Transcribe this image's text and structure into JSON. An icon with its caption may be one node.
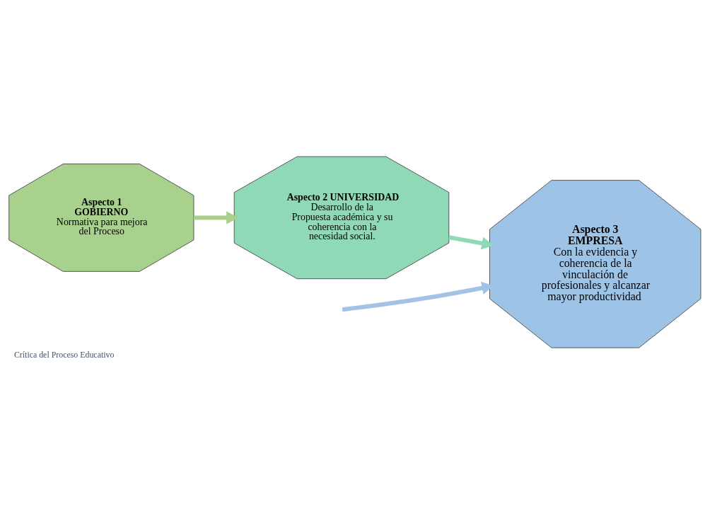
{
  "diagram": {
    "caption": "Crítica del Proceso Educativo",
    "nodes": [
      {
        "text": [
          "Aspecto 1",
          "GOBIERNO",
          "Normativa para mejora del Proceso"
        ]
      },
      {
        "text": [
          "Aspecto 2 UNIVERSIDAD",
          "Desarrollo de la Propuesta académica y su coherencia con la necesidad social."
        ]
      },
      {
        "text": [
          "Aspecto 3",
          "EMPRESA",
          "Con la evidencia y coherencia de la vinculación de profesionales y alcanzar mayor productividad"
        ]
      }
    ],
    "edges": [
      {
        "from": 0,
        "to": 1,
        "arrow": "to",
        "color": "#a9d18e"
      },
      {
        "from": 1,
        "to": 2,
        "arrow": "to",
        "color": "#8fd9b6"
      },
      {
        "from": null,
        "to": 2,
        "arrow": "to",
        "color": "#a4c2e6"
      }
    ]
  }
}
